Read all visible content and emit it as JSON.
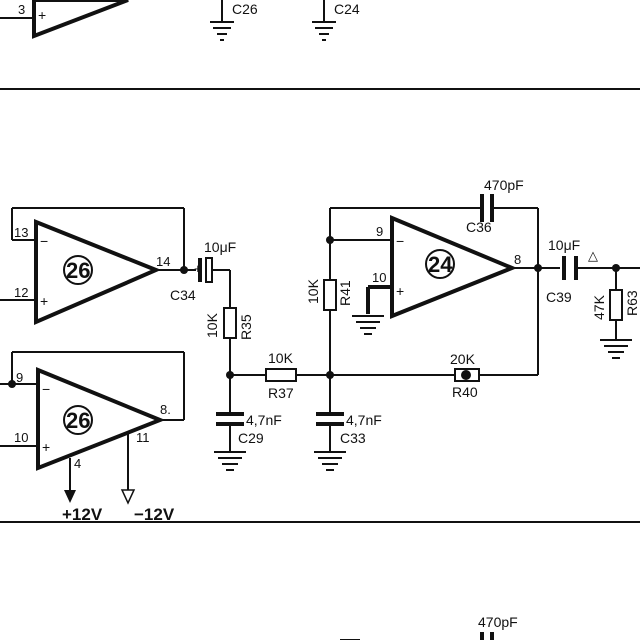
{
  "top": {
    "pin_3": "3",
    "plus": "+",
    "c26": "C26",
    "c24": "C24"
  },
  "opamp_a": {
    "number": "26",
    "pin_in_minus": "13",
    "pin_in_plus": "12",
    "pin_out": "14",
    "minus": "−",
    "plus": "+"
  },
  "opamp_b": {
    "number": "26",
    "pin_in_minus": "9",
    "pin_in_plus": "10",
    "pin_out": "8.",
    "pin_vpos": "4",
    "pin_vneg": "11",
    "minus": "−",
    "plus": "+"
  },
  "opamp_c": {
    "number": "24",
    "pin_in_minus": "9",
    "pin_in_plus": "10",
    "pin_out": "8",
    "minus": "−",
    "plus": "+"
  },
  "components": {
    "c34_value": "10μF",
    "c34_name": "C34",
    "c34_plus": "+",
    "r35_value": "10K",
    "r35_name": "R35",
    "r37_value": "10K",
    "r37_name": "R37",
    "c29_value": "4,7nF",
    "c29_name": "C29",
    "r41_value": "10K",
    "r41_name": "R41",
    "c33_value": "4,7nF",
    "c33_name": "C33",
    "r40_value": "20K",
    "r40_name": "R40",
    "c36_value": "470pF",
    "c36_name": "C36",
    "c39_value": "10μF",
    "c39_name": "C39",
    "c39_plus": "△",
    "r63_value": "47K",
    "r63_name": "R63"
  },
  "power": {
    "vpos": "+12V",
    "vneg": "−12V"
  },
  "bottom": {
    "cap_value": "470pF"
  }
}
